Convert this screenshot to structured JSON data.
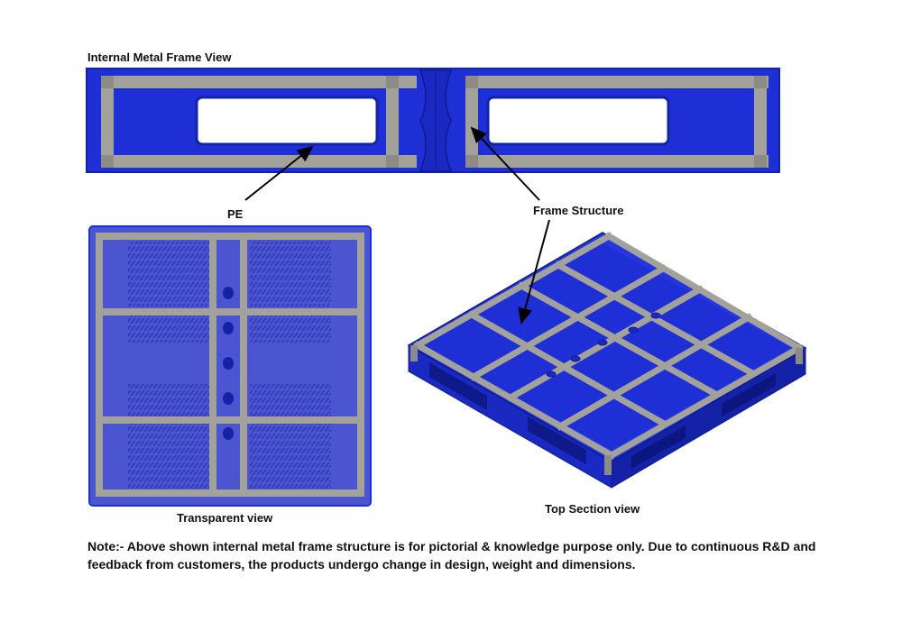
{
  "title": "Internal Metal Frame View",
  "labels": {
    "pe": "PE",
    "frame_structure": "Frame Structure",
    "transparent_view": "Transparent view",
    "top_section_view": "Top Section view"
  },
  "note": "Note:- Above shown internal metal frame structure is for pictorial & knowledge purpose only. Due to continuous R&D and feedback from customers, the products undergo change in design, weight and dimensions.",
  "colors": {
    "pallet_blue": "#1f2fd6",
    "pallet_dark": "#1422a8",
    "frame_grey": "#a3a29a",
    "transparent_blue": "#4a55cf",
    "background": "#ffffff"
  }
}
